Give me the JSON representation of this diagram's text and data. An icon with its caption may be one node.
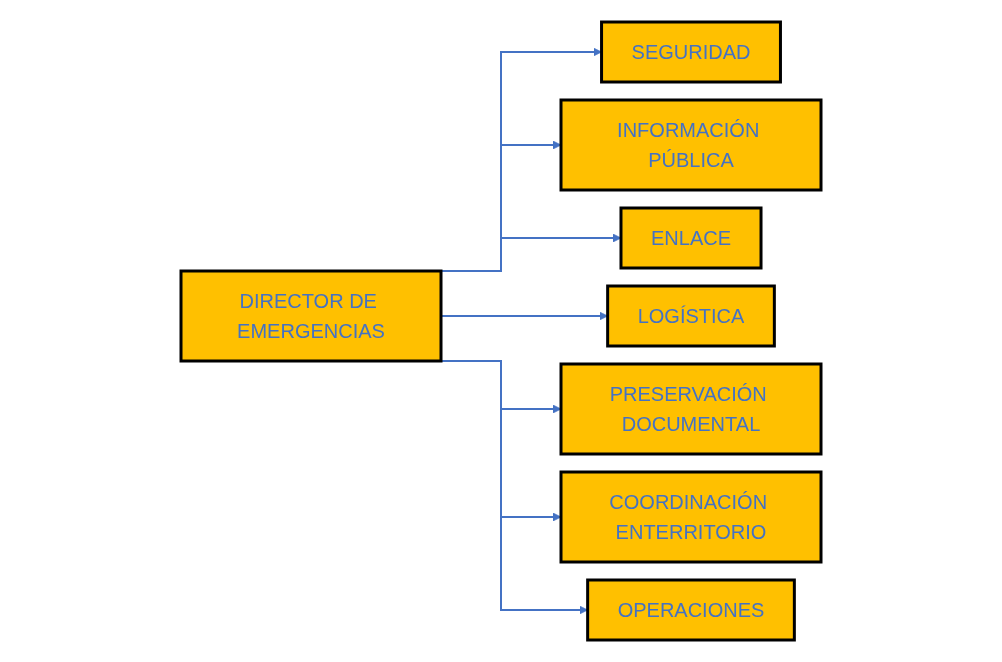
{
  "diagram": {
    "nodes": [
      {
        "text": [
          "DIRECTOR DE EMERGENCIAS"
        ]
      },
      {
        "text": [
          "SEGURIDAD"
        ]
      },
      {
        "text": [
          "INFORMACIÓN PÚBLICA"
        ]
      },
      {
        "text": [
          "ENLACE"
        ]
      },
      {
        "text": [
          "LOGÍSTICA"
        ]
      },
      {
        "text": [
          "PRESERVACIÓN DOCUMENTAL"
        ]
      },
      {
        "text": [
          "COORDINACIÓN ENTERRITORIO"
        ]
      },
      {
        "text": [
          "OPERACIONES"
        ]
      }
    ],
    "edges": [
      {
        "from": 0,
        "to": 1,
        "arrow": "to"
      },
      {
        "from": 0,
        "to": 2,
        "arrow": "to"
      },
      {
        "from": 0,
        "to": 3,
        "arrow": "to"
      },
      {
        "from": 0,
        "to": 4,
        "arrow": "to"
      },
      {
        "from": 0,
        "to": 5,
        "arrow": "to"
      },
      {
        "from": 0,
        "to": 6,
        "arrow": "to"
      },
      {
        "from": 0,
        "to": 7,
        "arrow": "to"
      }
    ]
  }
}
